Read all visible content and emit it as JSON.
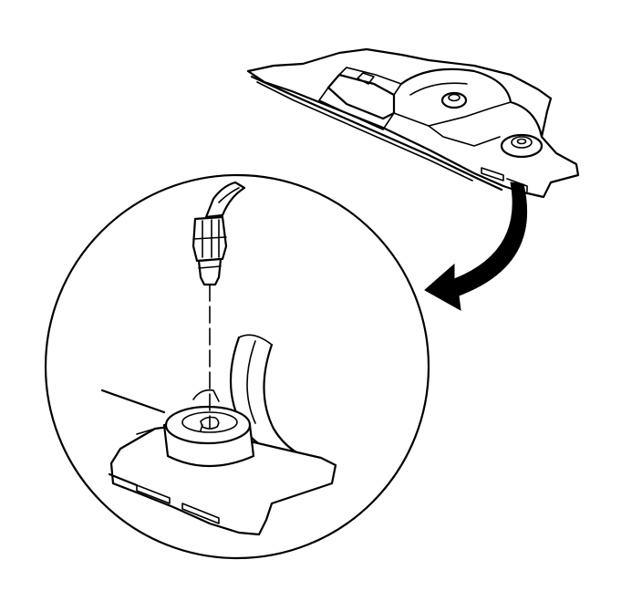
{
  "figure": {
    "kind": "service-illustration",
    "background_color": "#ffffff",
    "line_color": "#000000",
    "parts": [
      "trim-panel-overview",
      "detail-circle",
      "connector",
      "bulb-socket",
      "socket-boss",
      "callout-arrow"
    ]
  }
}
